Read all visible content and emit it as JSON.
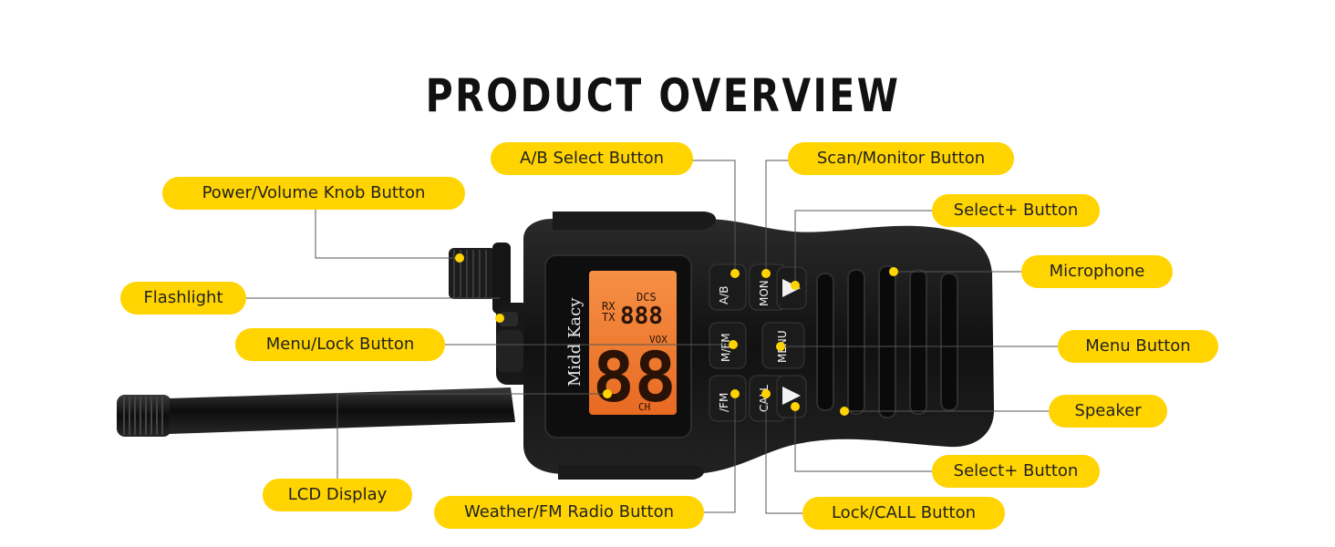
{
  "title": "PRODUCT OVERVIEW",
  "brand": "Midd Kacy",
  "colors": {
    "accent": "#FFD400",
    "body": "#141414",
    "lcd": "#F07A2E"
  },
  "callouts": {
    "ab_select": "A/B Select Button",
    "scan_monitor": "Scan/Monitor Button",
    "power_volume": "Power/Volume Knob Button",
    "select_plus_top": "Select+ Button",
    "flashlight": "Flashlight",
    "microphone": "Microphone",
    "menu_lock": "Menu/Lock Button",
    "menu": "Menu Button",
    "speaker": "Speaker",
    "lcd_display": "LCD Display",
    "select_plus_bottom": "Select+ Button",
    "weather_fm": "Weather/FM Radio Button",
    "lock_call": "Lock/CALL Button"
  },
  "buttons": {
    "ab": "A/B",
    "mon": "MON",
    "mfm": "M/FM",
    "menu": "MENU",
    "fm": "/FM",
    "call": "CALL"
  },
  "lcd": {
    "digits_big": "88",
    "digits_small": "888",
    "channel_label": "CH",
    "vox": "VOX",
    "dcs": "DCS",
    "rx": "RX",
    "tx": "TX"
  }
}
